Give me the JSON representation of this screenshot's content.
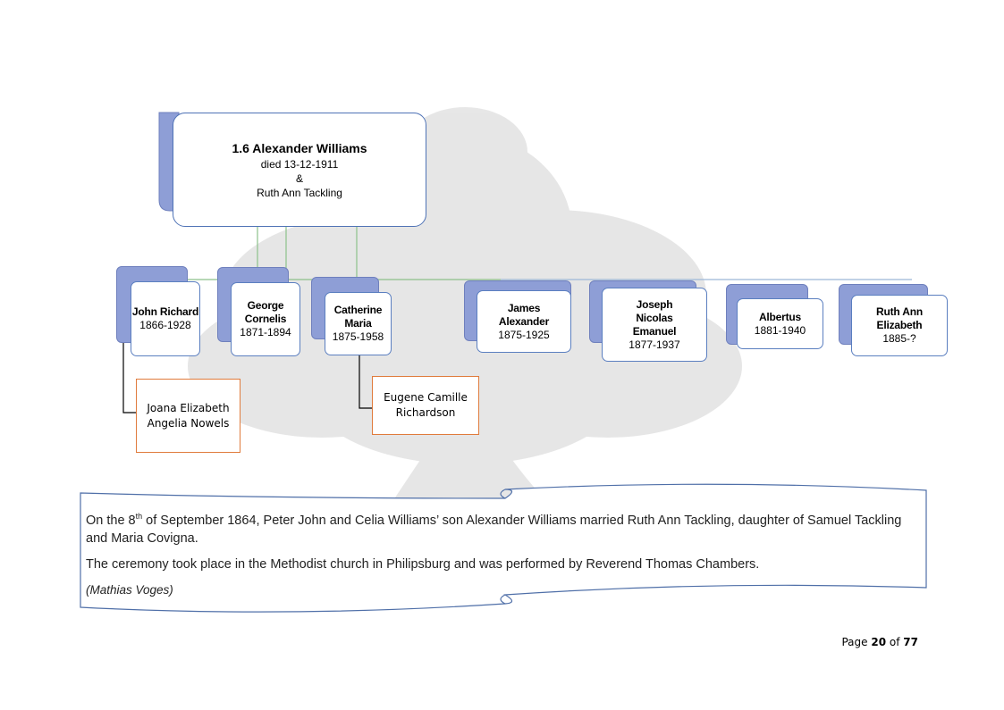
{
  "root": {
    "title": "1.6 Alexander Williams",
    "died": "died 13-12-1911",
    "amp": "&",
    "spouse": "Ruth Ann Tackling"
  },
  "children": [
    {
      "name_lines": [
        "John Richard"
      ],
      "years": "1866-1928"
    },
    {
      "name_lines": [
        "George",
        "Cornelis"
      ],
      "years": "1871-1894"
    },
    {
      "name_lines": [
        "Catherine",
        "Maria"
      ],
      "years": "1875-1958"
    },
    {
      "name_lines": [
        "James",
        "Alexander"
      ],
      "years": "1875-1925"
    },
    {
      "name_lines": [
        "Joseph",
        "Nicolas",
        "Emanuel"
      ],
      "years": "1877-1937"
    },
    {
      "name_lines": [
        "Albertus"
      ],
      "years": "1881-1940"
    },
    {
      "name_lines": [
        "Ruth Ann",
        "Elizabeth"
      ],
      "years": "1885-?"
    }
  ],
  "spouses": [
    {
      "lines": [
        "Joana Elizabeth",
        "Angelia Nowels"
      ]
    },
    {
      "lines": [
        "Eugene Camille",
        "Richardson"
      ]
    }
  ],
  "narrative": {
    "p1_before": "On the 8",
    "p1_sup": "th",
    "p1_after": " of September 1864, Peter John and Celia Williams’ son Alexander Williams married Ruth Ann Tackling, daughter of Samuel Tackling and Maria Covigna.",
    "p2": "The ceremony took place in the Methodist church in Philipsburg and was performed by Reverend Thomas Chambers.",
    "credit": "(Mathias Voges)"
  },
  "footer": {
    "page_word": "Page",
    "page_num": "20",
    "of_word": "of",
    "total": "77"
  },
  "colors": {
    "card_border": "#5b7fc0",
    "tab_fill": "#8e9ed6",
    "connector": "#8cc08a",
    "spouse_border": "#e07b3c",
    "watermark": "#dedede"
  }
}
